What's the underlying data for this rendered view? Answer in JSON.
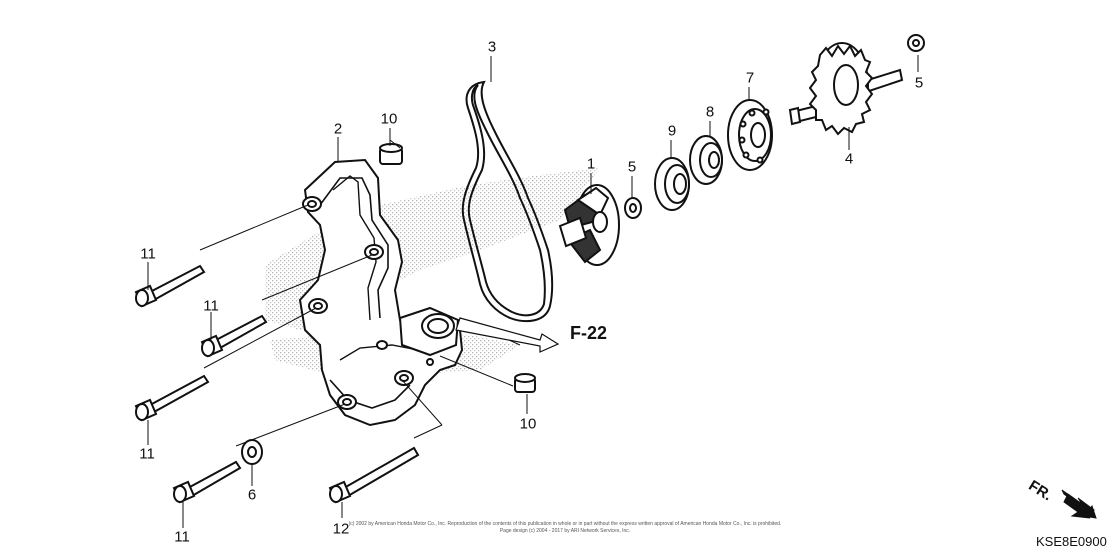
{
  "callouts": {
    "c1": "1",
    "c2": "2",
    "c3": "3",
    "c4": "4",
    "c5a": "5",
    "c5b": "5",
    "c6": "6",
    "c7": "7",
    "c8": "8",
    "c9": "9",
    "c10a": "10",
    "c10b": "10",
    "c11a": "11",
    "c11b": "11",
    "c11c": "11",
    "c11d": "11",
    "c12": "12"
  },
  "reference": "F-22",
  "front_indicator": "FR.",
  "diagram_code": "KSE8E0900",
  "copyright_line1": "(c) 2002 by American Honda Motor Co., Inc. Reproduction of the contents of this publication in whole or in part without the express written approval of American Honda Motor Co., Inc. is prohibited.",
  "copyright_line2": "Page design (c) 2004 - 2017 by ARI Network Services, Inc."
}
